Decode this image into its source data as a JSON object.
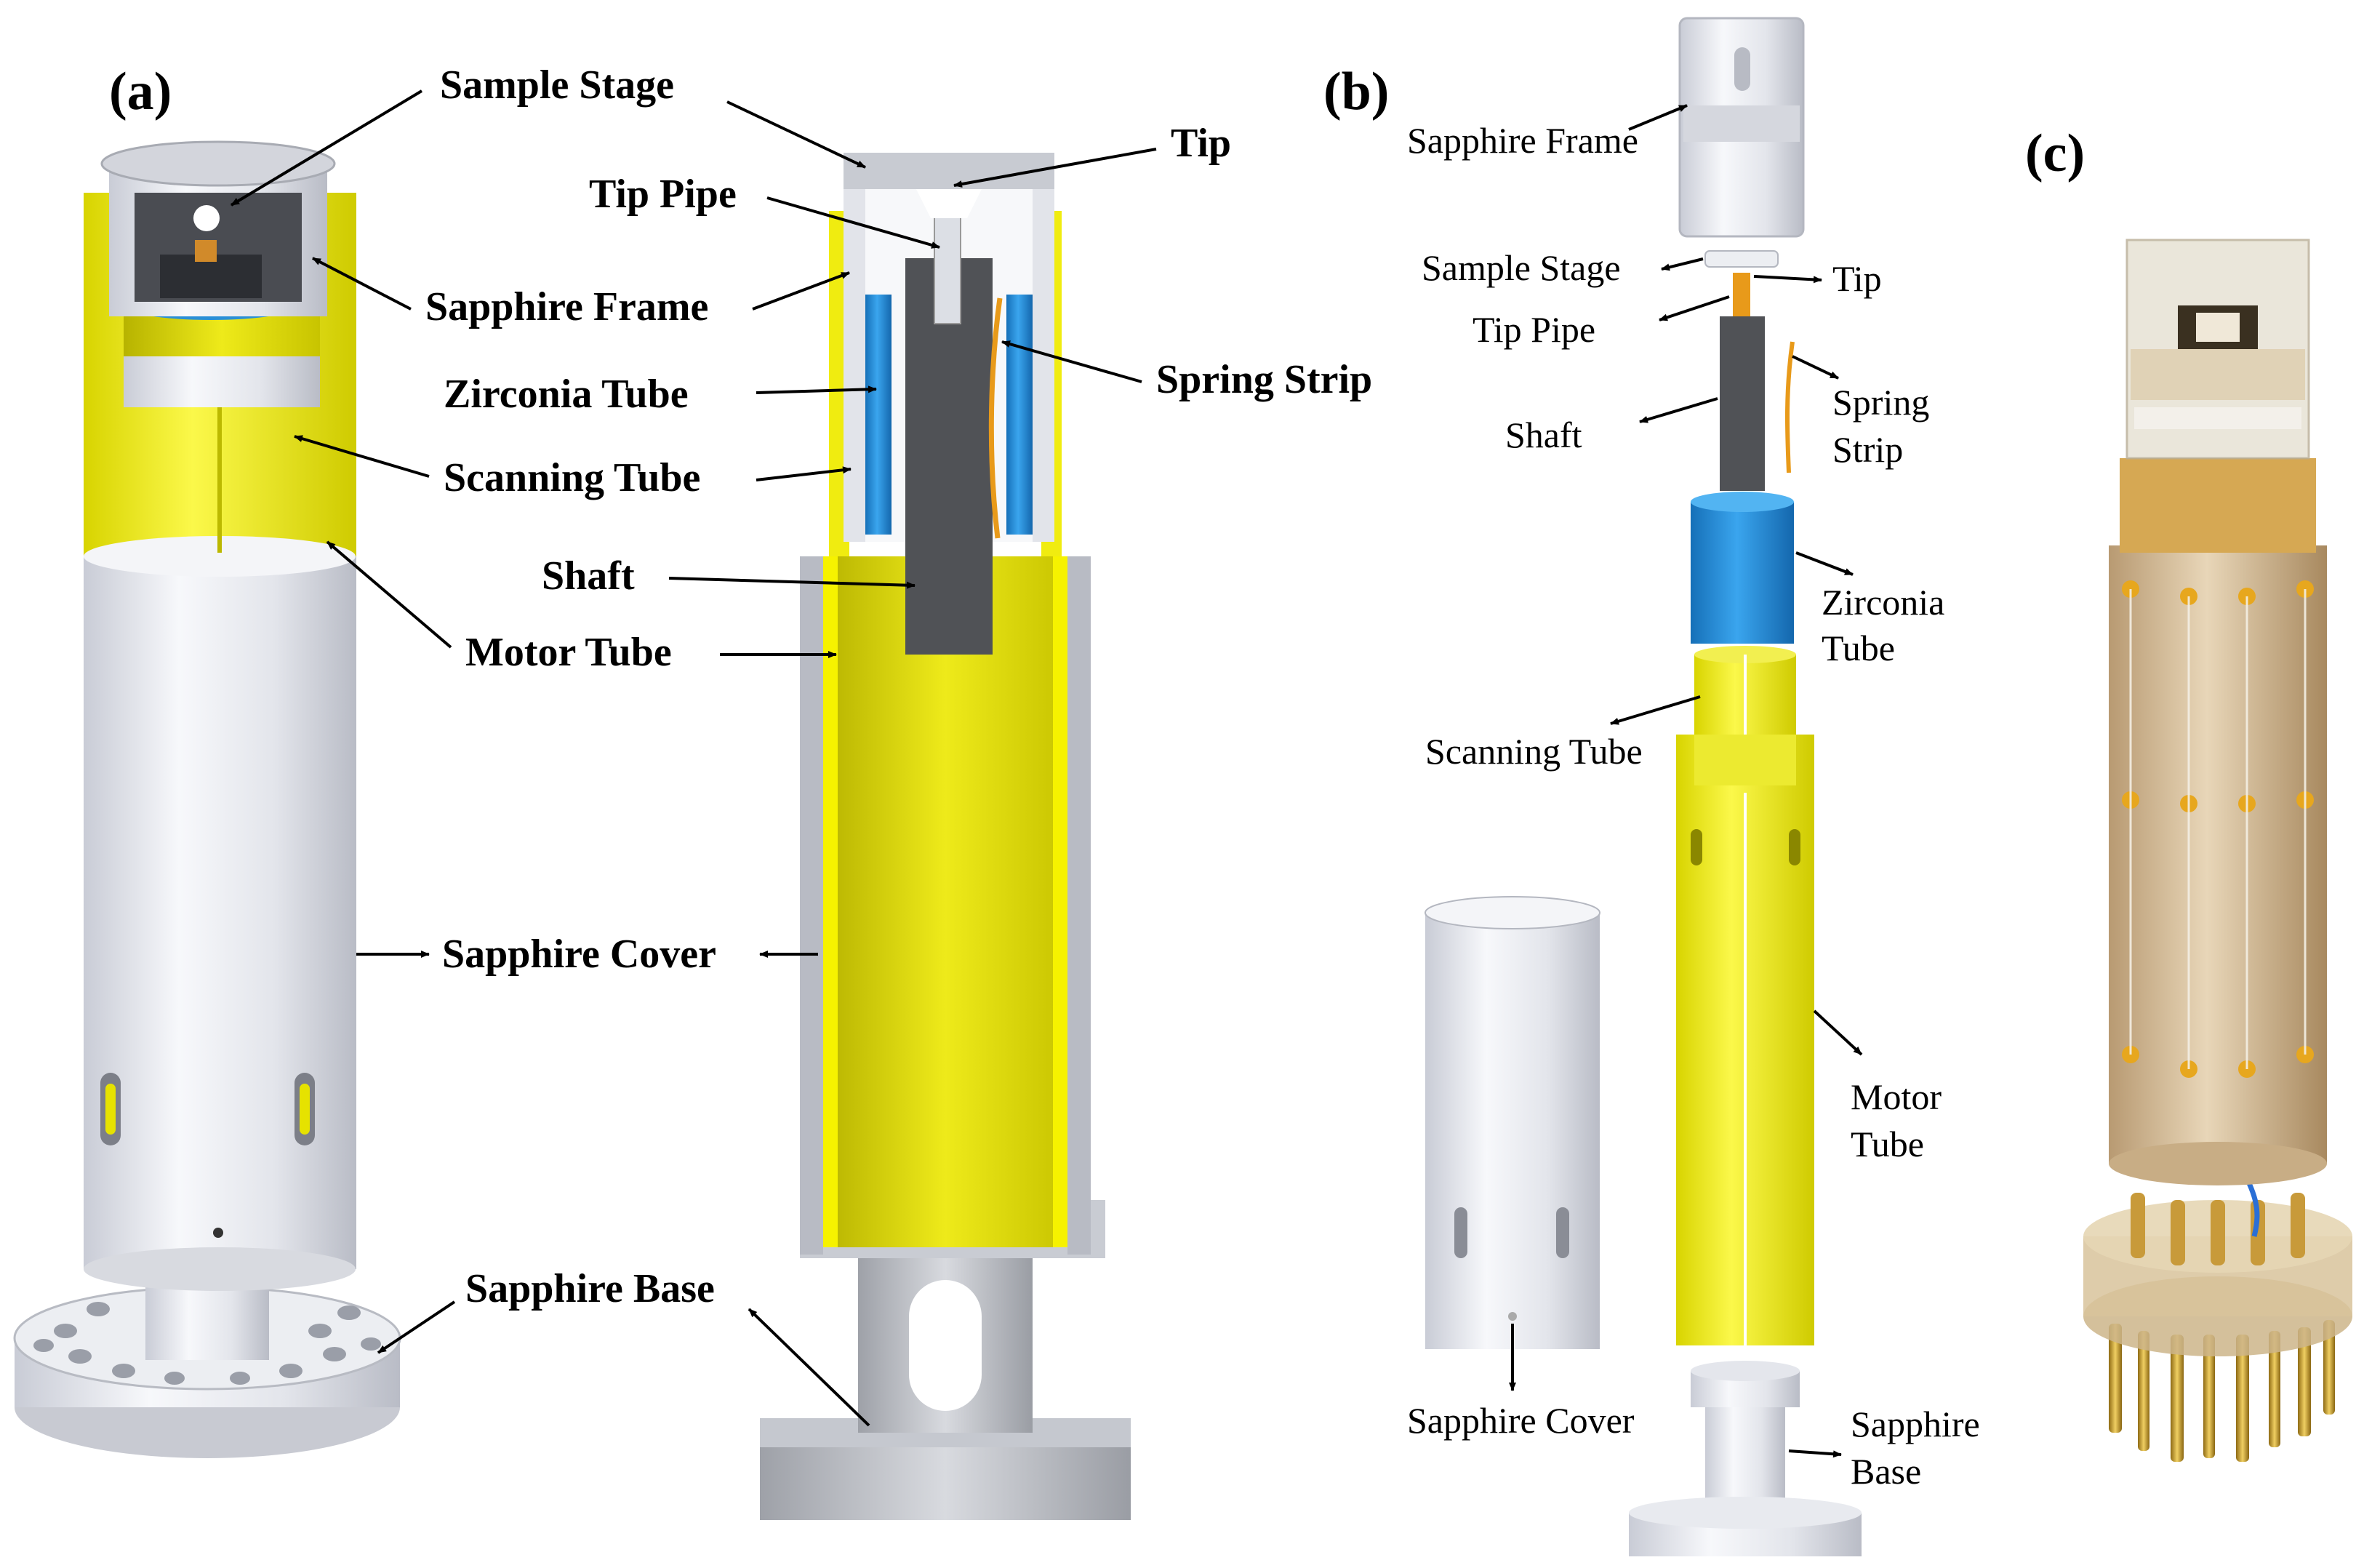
{
  "panels": {
    "a": "(a)",
    "b": "(b)",
    "c": "(c)"
  },
  "labels_a": {
    "sample_stage": "Sample Stage",
    "sapphire_frame": "Sapphire Frame",
    "zirconia_tube": "Zirconia Tube",
    "scanning_tube": "Scanning Tube",
    "motor_tube": "Motor Tube",
    "sapphire_cover": "Sapphire Cover",
    "sapphire_base": "Sapphire Base",
    "tip": "Tip",
    "tip_pipe": "Tip Pipe",
    "spring_strip": "Spring Strip",
    "shaft": "Shaft"
  },
  "labels_b": {
    "sapphire_frame": "Sapphire Frame",
    "sample_stage": "Sample Stage",
    "tip": "Tip",
    "tip_pipe": "Tip Pipe",
    "shaft": "Shaft",
    "spring_1": "Spring",
    "spring_2": "Strip",
    "zirconia_1": "Zirconia",
    "zirconia_2": "Tube",
    "scanning_tube": "Scanning Tube",
    "motor_1": "Motor",
    "motor_2": "Tube",
    "sapphire_cover": "Sapphire Cover",
    "base_1": "Sapphire",
    "base_2": "Base"
  },
  "colors": {
    "yellow": "#f2ee12",
    "sapphire": "#e6e8ee",
    "zirconia": "#2a8fd6",
    "shaft": "#505256",
    "ceramic": "#d9c3a0",
    "gold": "#c9a23a"
  }
}
